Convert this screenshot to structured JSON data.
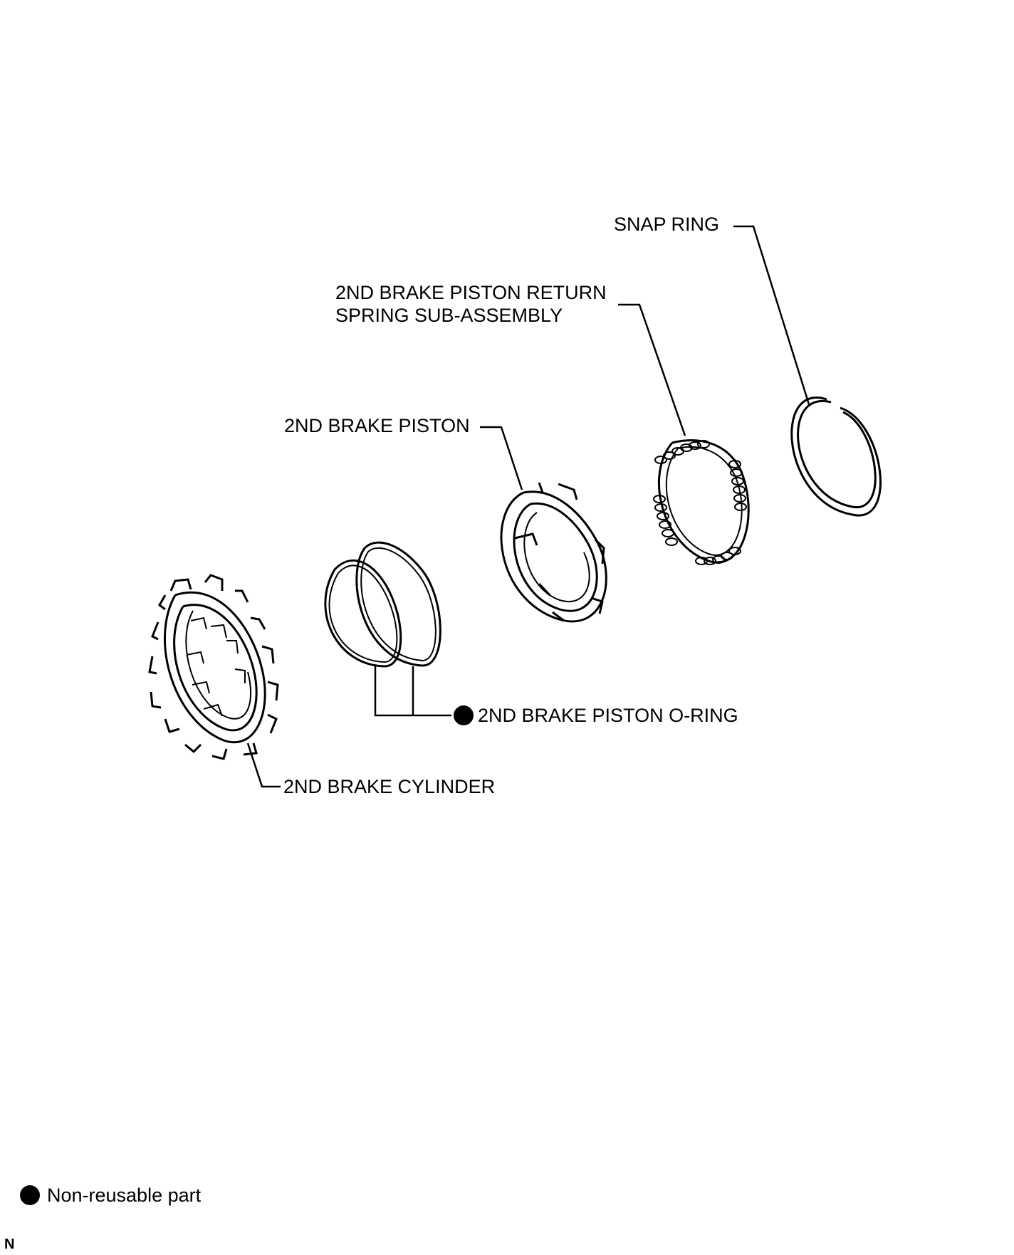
{
  "labels": {
    "snap_ring": "SNAP RING",
    "return_spring_line1": "2ND BRAKE PISTON RETURN",
    "return_spring_line2": "SPRING SUB-ASSEMBLY",
    "piston": "2ND BRAKE PISTON",
    "o_ring": "2ND BRAKE PISTON O-RING",
    "cylinder": "2ND BRAKE CYLINDER"
  },
  "legend": {
    "non_reusable": "Non-reusable part"
  },
  "corner_mark": "N",
  "colors": {
    "line": "#000000",
    "background": "#ffffff"
  },
  "icons": {
    "non_reusable_marker": "filled-circle"
  }
}
